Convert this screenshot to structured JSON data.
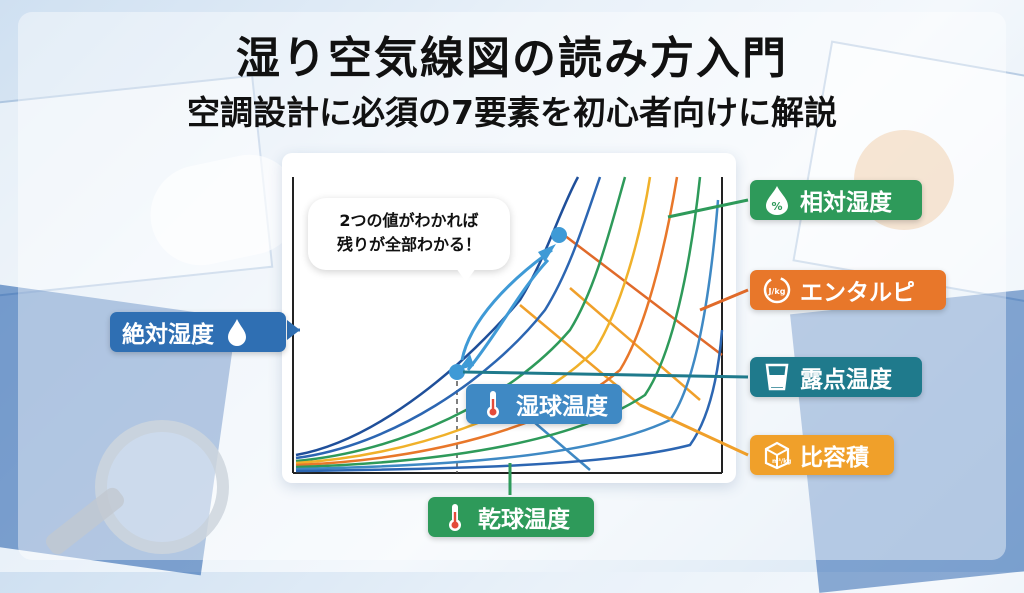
{
  "title": "湿り空気線図の読み方入門",
  "subtitle": "空調設計に必須の7要素を初心者向けに解説",
  "bubble": {
    "line1": "2つの値がわかれば",
    "line2": "残りが全部わかる！"
  },
  "labels": {
    "absolute_humidity": "絶対湿度",
    "relative_humidity": "相対湿度",
    "enthalpy": "エンタルピ",
    "enthalpy_unit": "J/kg",
    "dew_point": "露点温度",
    "wet_bulb": "湿球温度",
    "specific_volume": "比容積",
    "specific_volume_unit": "m³/kg",
    "dry_bulb": "乾球温度",
    "percent_symbol": "%"
  },
  "colors": {
    "absolute_humidity": "#2f6fb3",
    "relative_humidity": "#2e9a5a",
    "enthalpy": "#e8772a",
    "dew_point": "#1f7a8c",
    "wet_bulb": "#3f89c4",
    "specific_volume": "#f0a02a",
    "dry_bulb": "#2e9a5a"
  },
  "icons": [
    "water-drop-icon",
    "percent-drop-icon",
    "energy-icon",
    "glass-icon",
    "thermometer-icon",
    "cube-icon"
  ]
}
